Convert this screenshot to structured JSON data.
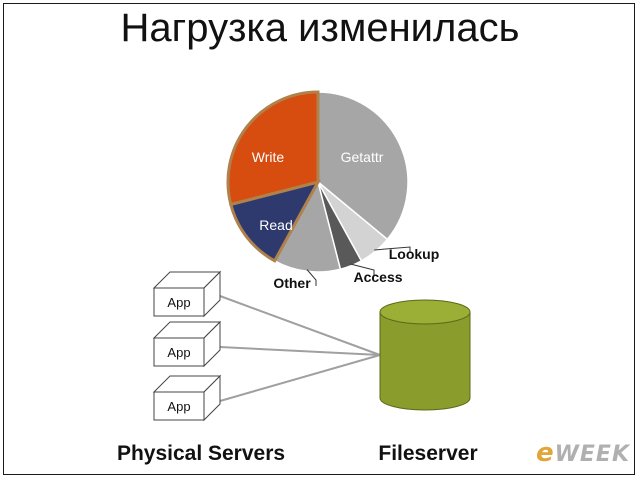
{
  "title": "Нагрузка изменилась",
  "chart_data": {
    "type": "pie",
    "title": "",
    "slices": [
      {
        "label": "Getattr",
        "value": 36,
        "color": "#a6a6a6"
      },
      {
        "label": "Lookup",
        "value": 6,
        "color": "#d3d3d3"
      },
      {
        "label": "Access",
        "value": 4,
        "color": "#595959"
      },
      {
        "label": "Other",
        "value": 12,
        "color": "#a6a6a6"
      },
      {
        "label": "Read",
        "value": 13,
        "color": "#2e3a6e"
      },
      {
        "label": "Write",
        "value": 29,
        "color": "#d64d0f"
      }
    ],
    "highlight_border": "#b0814b"
  },
  "diagram": {
    "app_label": "App",
    "app_count": 3,
    "servers_label": "Physical Servers",
    "fileserver_label": "Fileserver",
    "cylinder_color": "#8a9c2c"
  },
  "watermark": {
    "prefix": "e",
    "rest": "WEEK"
  }
}
